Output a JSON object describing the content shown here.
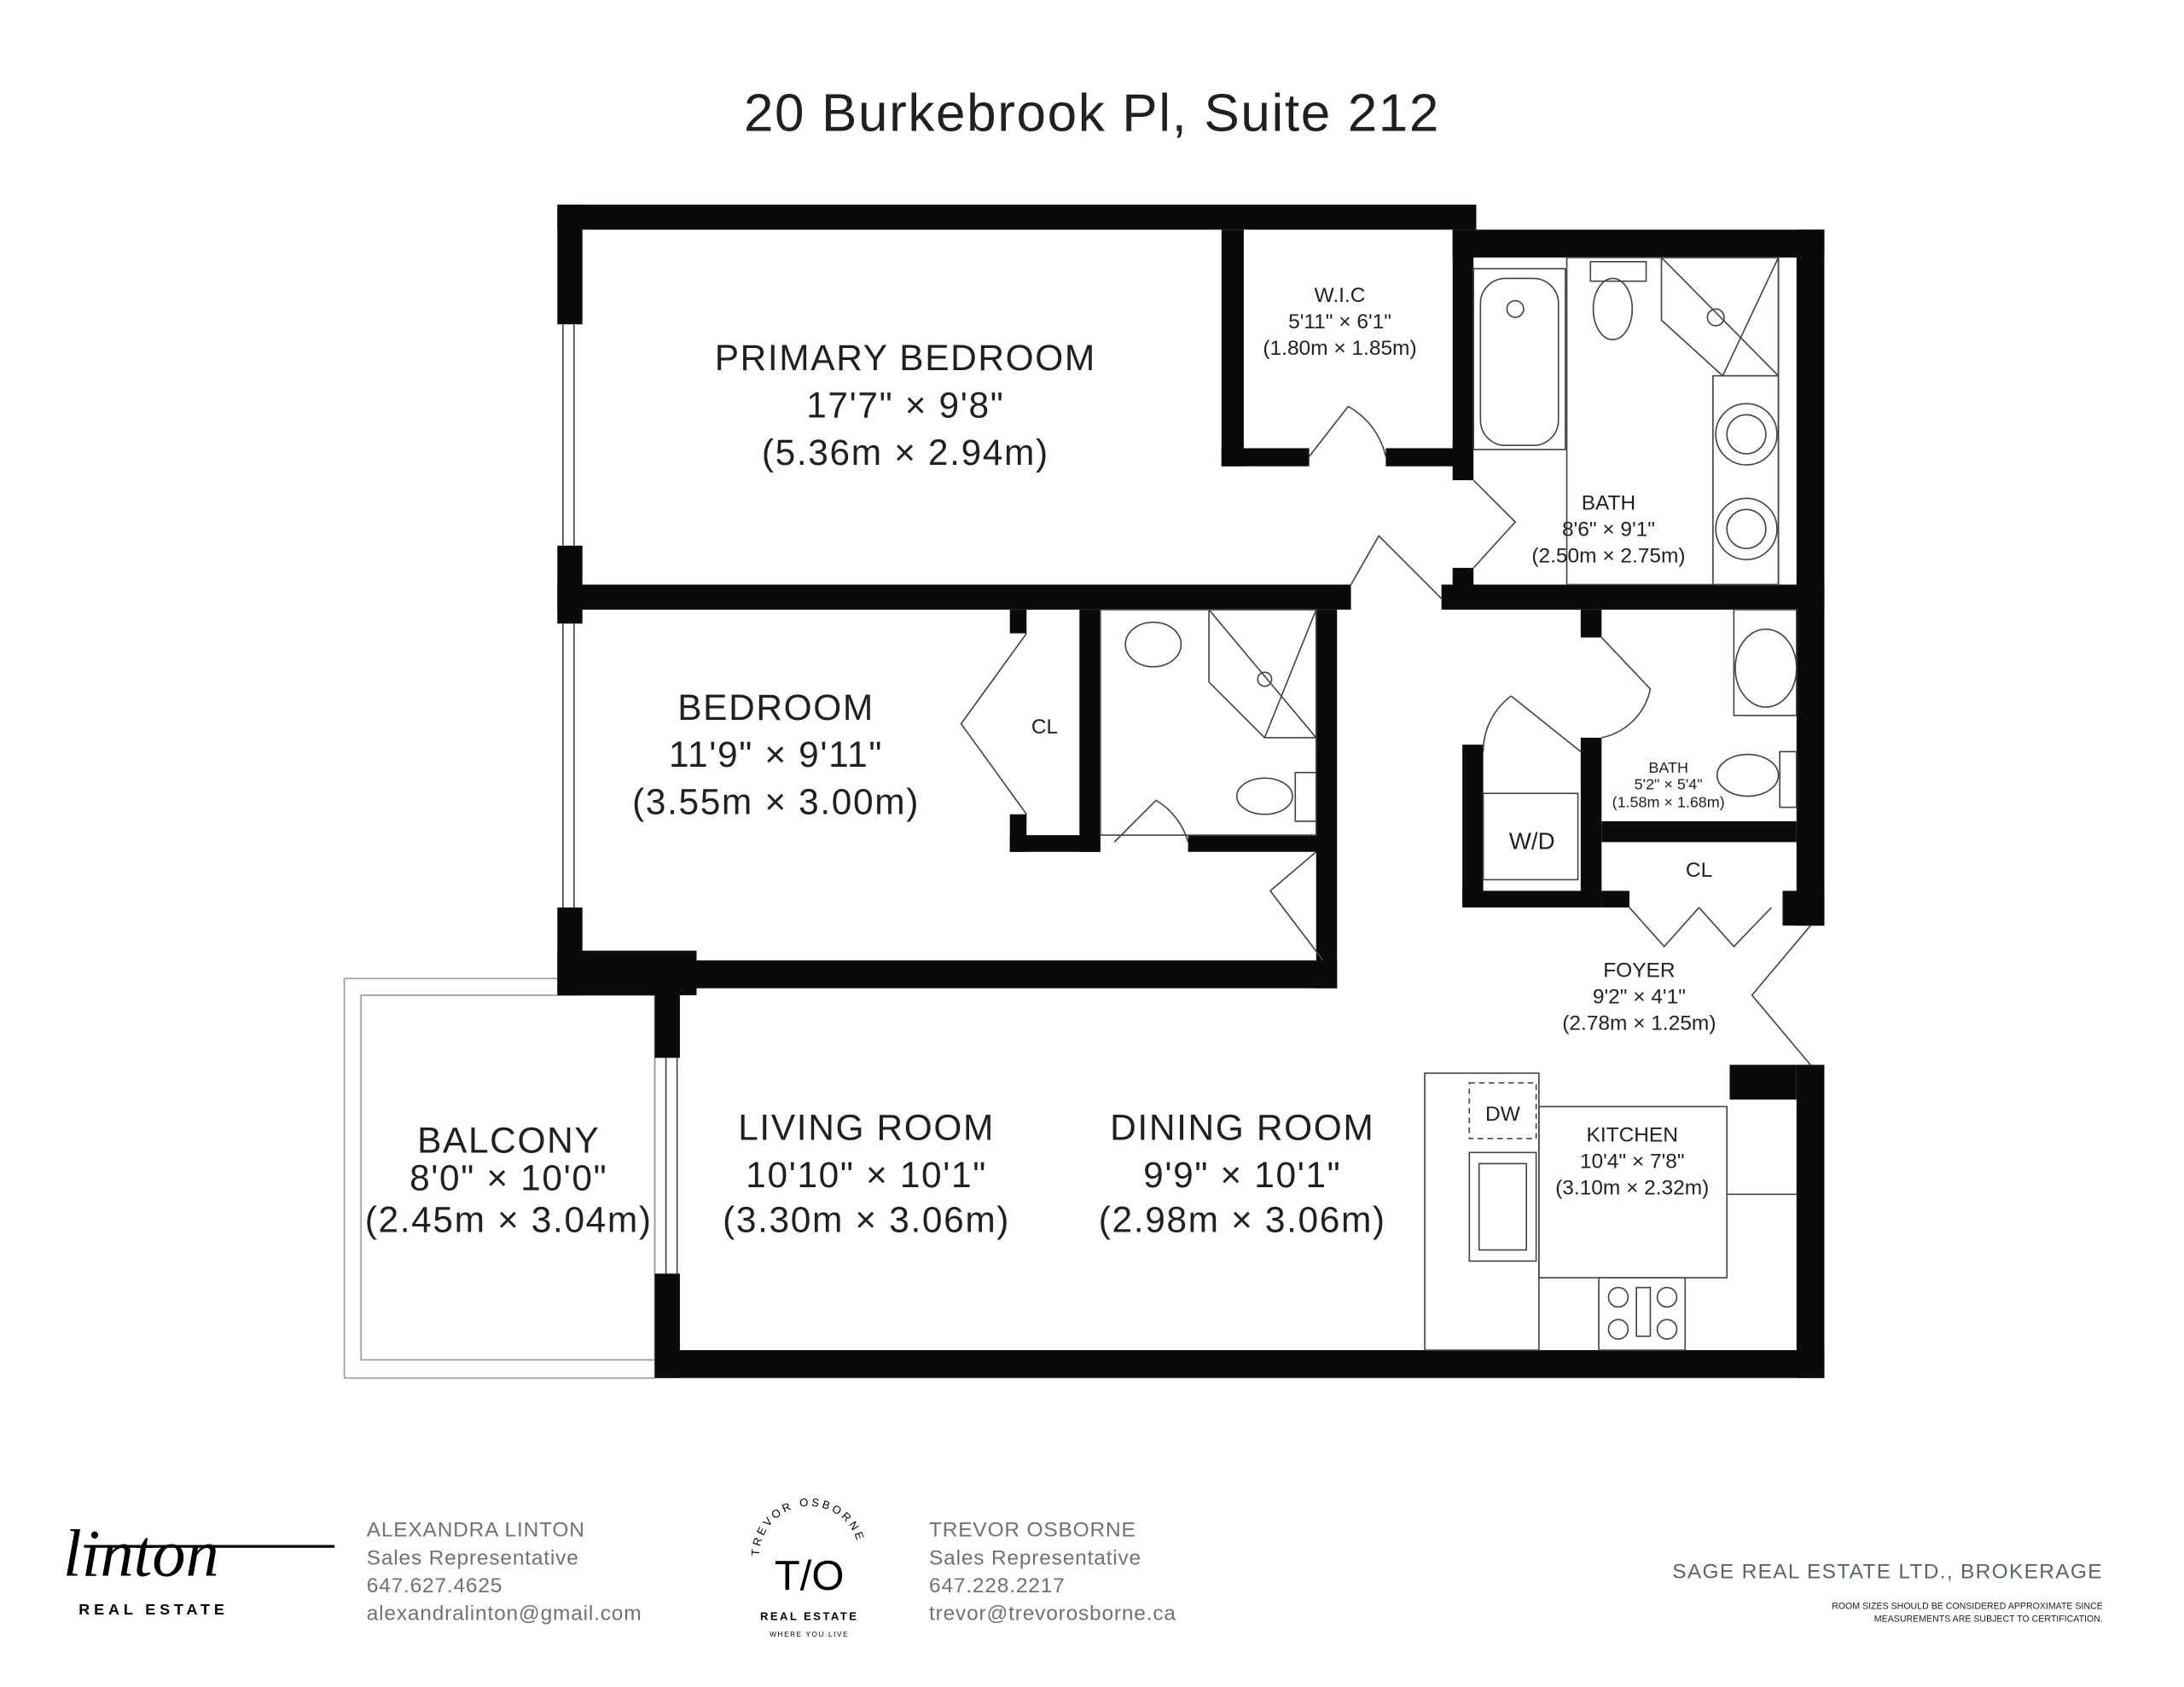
{
  "title": "20 Burkebrook Pl, Suite 212",
  "rooms": {
    "primary_bedroom": {
      "name": "PRIMARY BEDROOM",
      "imperial": "17'7\" × 9'8\"",
      "metric": "(5.36m × 2.94m)"
    },
    "wic": {
      "name": "W.I.C",
      "imperial": "5'11\" × 6'1\"",
      "metric": "(1.80m × 1.85m)"
    },
    "bath_main": {
      "name": "BATH",
      "imperial": "8'6\" × 9'1\"",
      "metric": "(2.50m × 2.75m)"
    },
    "bedroom": {
      "name": "BEDROOM",
      "imperial": "11'9\" × 9'11\"",
      "metric": "(3.55m × 3.00m)"
    },
    "bedroom_closet": {
      "name": "CL"
    },
    "bath_small": {
      "name": "BATH",
      "imperial": "5'2\" × 5'4\"",
      "metric": "(1.58m × 1.68m)"
    },
    "laundry": {
      "name": "W/D"
    },
    "foyer_closet": {
      "name": "CL"
    },
    "foyer": {
      "name": "FOYER",
      "imperial": "9'2\" × 4'1\"",
      "metric": "(2.78m × 1.25m)"
    },
    "balcony": {
      "name": "BALCONY",
      "imperial": "8'0\" × 10'0\"",
      "metric": "(2.45m × 3.04m)"
    },
    "living_room": {
      "name": "LIVING ROOM",
      "imperial": "10'10\" × 10'1\"",
      "metric": "(3.30m × 3.06m)"
    },
    "dining_room": {
      "name": "DINING ROOM",
      "imperial": "9'9\" × 10'1\"",
      "metric": "(2.98m × 3.06m)"
    },
    "kitchen": {
      "name": "KITCHEN",
      "imperial": "10'4\" × 7'8\"",
      "metric": "(3.10m × 2.32m)"
    },
    "dishwasher": {
      "name": "DW"
    }
  },
  "footer": {
    "linton_logo": {
      "script": "linton",
      "sub": "REAL ESTATE"
    },
    "agent1": {
      "name": "ALEXANDRA LINTON",
      "role": "Sales Representative",
      "phone": "647.627.4625",
      "email": "alexandralinton@gmail.com"
    },
    "osborne_logo": {
      "arc": "TREVOR OSBORNE",
      "mark": "T/O",
      "sub": "REAL ESTATE",
      "tagline": "WHERE YOU LIVE"
    },
    "agent2": {
      "name": "TREVOR OSBORNE",
      "role": "Sales Representative",
      "phone": "647.228.2217",
      "email": "trevor@trevorosborne.ca"
    },
    "brokerage": "SAGE REAL ESTATE LTD., BROKERAGE",
    "disclaimer_1": "ROOM SIZES SHOULD BE CONSIDERED APPROXIMATE SINCE",
    "disclaimer_2": "MEASUREMENTS ARE SUBJECT TO CERTIFICATION."
  }
}
